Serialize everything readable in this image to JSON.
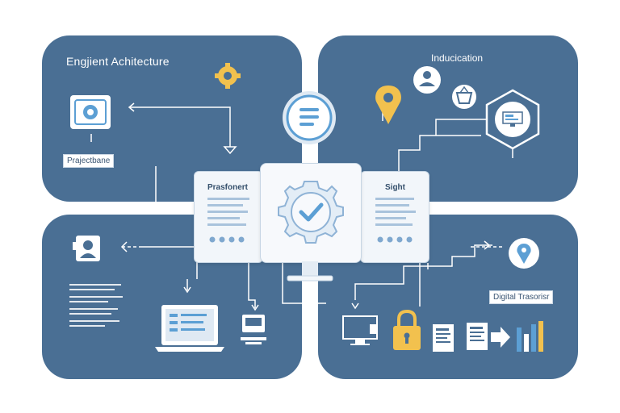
{
  "panels": {
    "top_left": {
      "title": "Engjient Achitecture",
      "tag": "Prajectbane"
    },
    "top_right": {
      "title": "Inducication"
    },
    "bottom_right": {
      "tag": "Digital Trasorisr"
    }
  },
  "center": {
    "left_card_title": "Prasfonert",
    "right_card_title": "Sight"
  },
  "colors": {
    "panel": "#4a6f94",
    "accent_blue": "#5c9fd4",
    "accent_yellow": "#f2c14e",
    "card_bg": "#f2f6fa"
  },
  "icons": [
    "gear-icon",
    "document-list-icon",
    "location-pin-icon",
    "user-icon",
    "basket-icon",
    "dashboard-hexagon-icon",
    "settings-gear-icon",
    "check-icon",
    "monitor-icon",
    "contact-icon",
    "laptop-icon",
    "printer-icon",
    "desktop-icon",
    "lock-icon",
    "bar-chart-icon"
  ]
}
